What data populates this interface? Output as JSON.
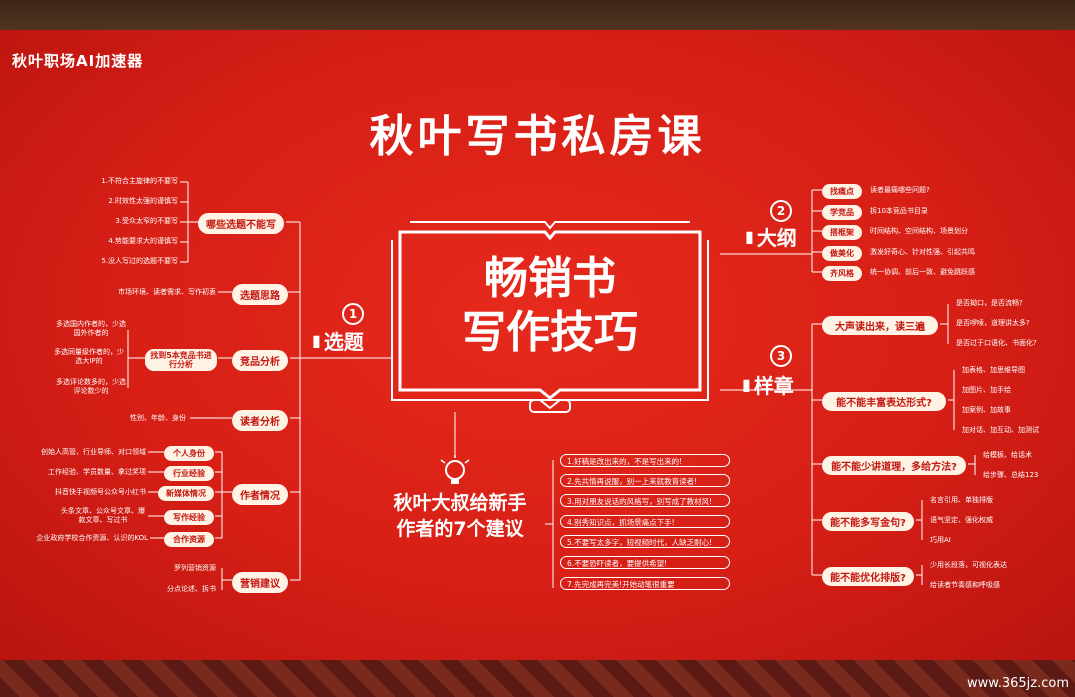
{
  "brand": "秋叶职场AI加速器",
  "main_title": "秋叶写书私房课",
  "center": {
    "line1": "畅销书",
    "line2": "写作技巧"
  },
  "branches": {
    "topic": {
      "num": "1",
      "label": "选题"
    },
    "outline": {
      "num": "2",
      "label": "大纲"
    },
    "sample": {
      "num": "3",
      "label": "样章"
    }
  },
  "topic": {
    "no_write": {
      "label": "哪些选题不能写",
      "items": [
        "1.不符合主旋律的不要写",
        "2.时效性太强的谨慎写",
        "3.受众太窄的不要写",
        "4.势能要求大的谨慎写",
        "5.没人写过的选题不要写"
      ]
    },
    "thinking": {
      "label": "选题思路",
      "note": "市场环境、读者需求、写作初衷"
    },
    "competitors": {
      "label": "竞品分析",
      "center": "找到5本竞品书进行分析",
      "items": [
        "多选国内作者的，少选国外作者的",
        "多选同量级作者的，少选大IP的",
        "多选评论数多的，少选评论数少的"
      ]
    },
    "readers": {
      "label": "读者分析",
      "note": "性别、年龄、身份"
    },
    "author": {
      "label": "作者情况",
      "items": [
        {
          "note": "创始人高管、行业导师、对口领域",
          "tag": "个人身份"
        },
        {
          "note": "工作经验、学员数量、拿过奖项",
          "tag": "行业经验"
        },
        {
          "note": "抖音快手视频号公众号小红书",
          "tag": "新媒体情况"
        },
        {
          "note": "头条文章、公众号文章、爆款文章、写过书",
          "tag": "写作经验"
        },
        {
          "note": "企业政府学校合作资源、认识的KOL",
          "tag": "合作资源"
        }
      ]
    },
    "marketing": {
      "label": "营销建议",
      "items": [
        "罗列营销资源",
        "分点论述、拆书"
      ]
    }
  },
  "outline": {
    "items": [
      {
        "tag": "找痛点",
        "note": "读者最痛哪些问题?"
      },
      {
        "tag": "学竞品",
        "note": "拆10本竞品书目录"
      },
      {
        "tag": "搭框架",
        "note": "时间结构、空间结构、场景划分"
      },
      {
        "tag": "做美化",
        "note": "激发好奇心、针对性强、引起共鸣"
      },
      {
        "tag": "齐风格",
        "note": "统一协调、前后一致、避免跳跃感"
      }
    ]
  },
  "sample": {
    "groups": [
      {
        "label": "大声读出来，读三遍",
        "items": [
          "是否拗口，是否流畅?",
          "是否啰嗦，道理讲太多?",
          "是否过于口语化、书面化?"
        ]
      },
      {
        "label": "能不能丰富表达形式?",
        "items": [
          "加表格、加思维导图",
          "加图片、加手绘",
          "加案例、加故事",
          "加对话、加互动、加测试"
        ]
      },
      {
        "label": "能不能少讲道理，多给方法?",
        "items": [
          "给模板、给话术",
          "给步骤、总结123"
        ]
      },
      {
        "label": "能不能多写金句?",
        "items": [
          "名言引用、单独排版",
          "语气坚定、强化权威",
          "巧用AI"
        ]
      },
      {
        "label": "能不能优化排版?",
        "items": [
          "少用长段落，可视化表达",
          "给读者节奏感和呼吸感"
        ]
      }
    ]
  },
  "advice": {
    "title_line1": "秋叶大叔给新手",
    "title_line2": "作者的7个建议",
    "items": [
      "1.好稿是改出来的，不是写出来的!",
      "2.先共情再说服，别一上来就教育读者!",
      "3.用对朋友说话的风格写，别写成了教材风!",
      "4.别秀知识点，抓场景痛点下手!",
      "5.不要写太多字，短视频时代，人缺乏耐心!",
      "6.不要恐吓读者，要提供希望!",
      "7.先完成再完美!开始动笔很重要"
    ]
  },
  "watermark": "www.365jz.com",
  "colors": {
    "board": "#d71f16",
    "pill_bg": "#fff3e6",
    "pill_text": "#c4170f"
  }
}
